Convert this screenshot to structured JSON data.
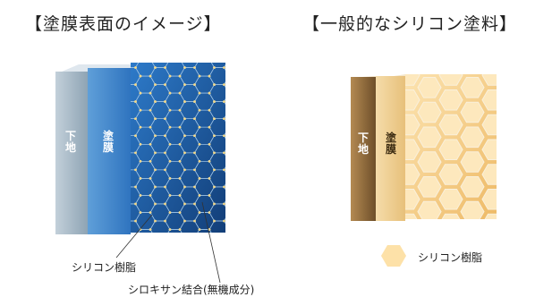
{
  "left": {
    "title": "【塗膜表面のイメージ】",
    "substrate": "下地",
    "film": "塗膜",
    "label_resin": "シリコン樹脂",
    "label_bond": "シロキサン結合(無機成分)"
  },
  "right": {
    "title": "【一般的なシリコン塗料】",
    "substrate": "下地",
    "film": "塗膜",
    "legend_resin": "シリコン樹脂"
  },
  "colors": {
    "left_front": "#1f5fa6",
    "left_substrate": "#a9bccb",
    "right_front": "#f6d392",
    "right_substrate": "#8b6a3e",
    "hex_fill": "#fde1a8"
  }
}
